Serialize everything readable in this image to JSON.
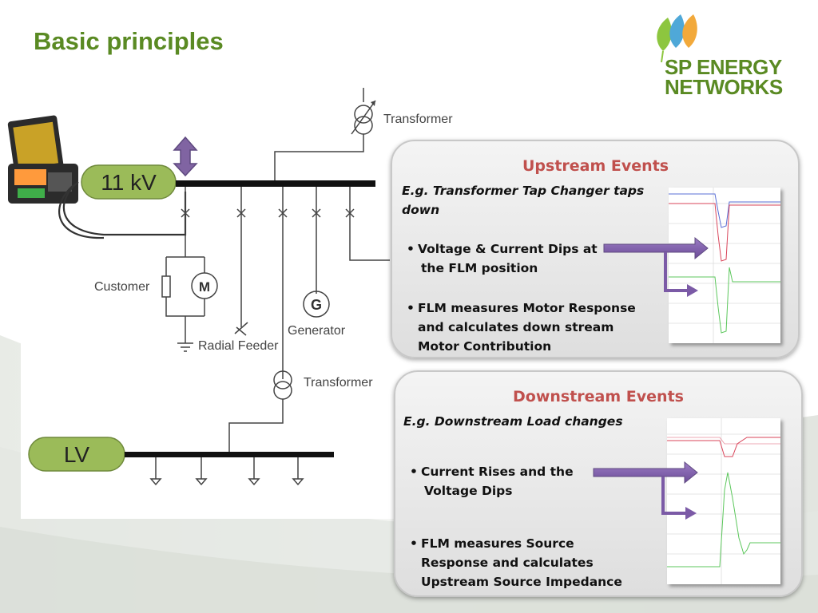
{
  "title": "Basic principles",
  "logo": {
    "line1": "SP ENERGY",
    "line2": "NETWORKS"
  },
  "diagram": {
    "bus_11kv": "11 kV",
    "bus_lv": "LV",
    "transformer_top": "Transformer",
    "transformer_mid": "Transformer",
    "customer": "Customer",
    "motor": "M",
    "generator_symbol": "G",
    "generator": "Generator",
    "radial_feeder": "Radial Feeder"
  },
  "upstream": {
    "heading": "Upstream Events",
    "example_line1": "E.g. Transformer Tap Changer taps",
    "example_line2": "down",
    "bullet1_line1": "Voltage & Current Dips at",
    "bullet1_line2": "the FLM position",
    "bullet2_line1": "FLM measures Motor Response",
    "bullet2_line2": "and calculates down stream",
    "bullet2_line3": "Motor Contribution"
  },
  "downstream": {
    "heading": "Downstream Events",
    "example_line1": "E.g. Downstream Load changes",
    "bullet1_line1": "Current Rises and the",
    "bullet1_line2": "Voltage Dips",
    "bullet2_line1": "FLM measures Source",
    "bullet2_line2": "Response and calculates",
    "bullet2_line3": "Upstream Source Impedance"
  },
  "colors": {
    "title_green": "#5a8a23",
    "bus_fill": "#9bbb59",
    "heading_red": "#c0504d",
    "arrow_purple": "#7b5aa6",
    "trace_red": "#d9455a",
    "trace_blue": "#5a6fd6",
    "trace_green": "#5cc75c"
  }
}
